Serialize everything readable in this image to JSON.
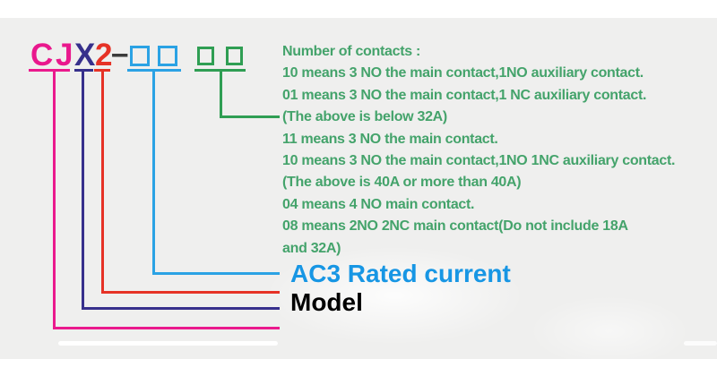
{
  "page": {
    "panel_color": "#efefee",
    "background_color": "#ffffff"
  },
  "model_code": {
    "letters": [
      {
        "char": "C",
        "color": "#e9188d"
      },
      {
        "char": "J",
        "color": "#e9188d"
      },
      {
        "char": "X",
        "color": "#37308c"
      },
      {
        "char": "2",
        "color": "#e63226"
      }
    ],
    "separator": "–",
    "separator_color": "#3b3b3b",
    "current_boxes_color": "#2ba2e4",
    "contacts_boxes_color": "#2f9e53"
  },
  "contacts_note": {
    "heading": "Number of contacts :",
    "lines": [
      "10 means 3 NO the main contact,1NO auxiliary contact.",
      "01 means 3 NO the main contact,1 NC auxiliary contact.",
      "(The above is below 32A)",
      "11 means 3 NO the main contact.",
      "10 means 3 NO the main contact,1NO 1NC auxiliary contact.",
      "(The above is 40A or more than 40A)",
      "04 means 4 NO main contact.",
      "08 means 2NO 2NC main contact(Do not include 18A",
      "and 32A)"
    ],
    "color": "#44a36b"
  },
  "labels": {
    "ac3": {
      "text": "AC3 Rated current",
      "color": "#1796e4"
    },
    "model": {
      "text": "Model",
      "color": "#000000"
    }
  },
  "connector_colors": {
    "pink": "#ea1a8d",
    "navy": "#37308c",
    "red": "#e63226",
    "blue": "#2ba2e4",
    "green": "#2f9e53"
  }
}
